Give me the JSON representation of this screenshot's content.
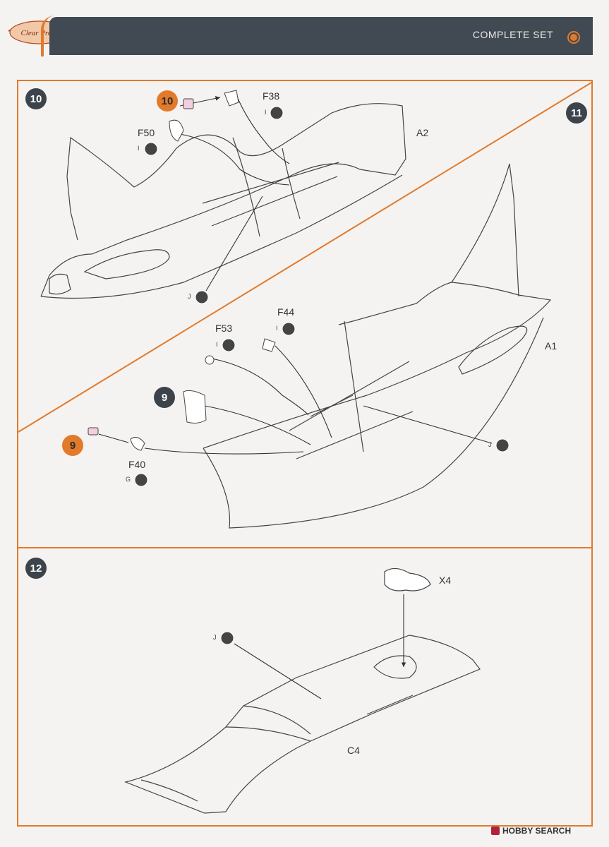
{
  "header": {
    "title": "COMPLETE SET",
    "logo_text": "Clear Prop!"
  },
  "steps": {
    "s10": "10",
    "s11": "11",
    "s12": "12",
    "ref10": "10",
    "ref9a": "9",
    "ref9b": "9"
  },
  "parts": {
    "f38": "F38",
    "f50": "F50",
    "a2": "A2",
    "a1": "A1",
    "f44": "F44",
    "f53": "F53",
    "f40": "F40",
    "x4": "X4",
    "c4": "C4"
  },
  "paint_codes": {
    "i1": "I",
    "i2": "I",
    "j1": "J",
    "i3": "I",
    "i4": "I",
    "j2": "J",
    "g1": "G",
    "j3": "J"
  },
  "watermark": {
    "text": "HOBBY SEARCH"
  },
  "colors": {
    "accent": "#e27a2b",
    "header_bg": "#414a52",
    "step_bg": "#3c434a"
  }
}
